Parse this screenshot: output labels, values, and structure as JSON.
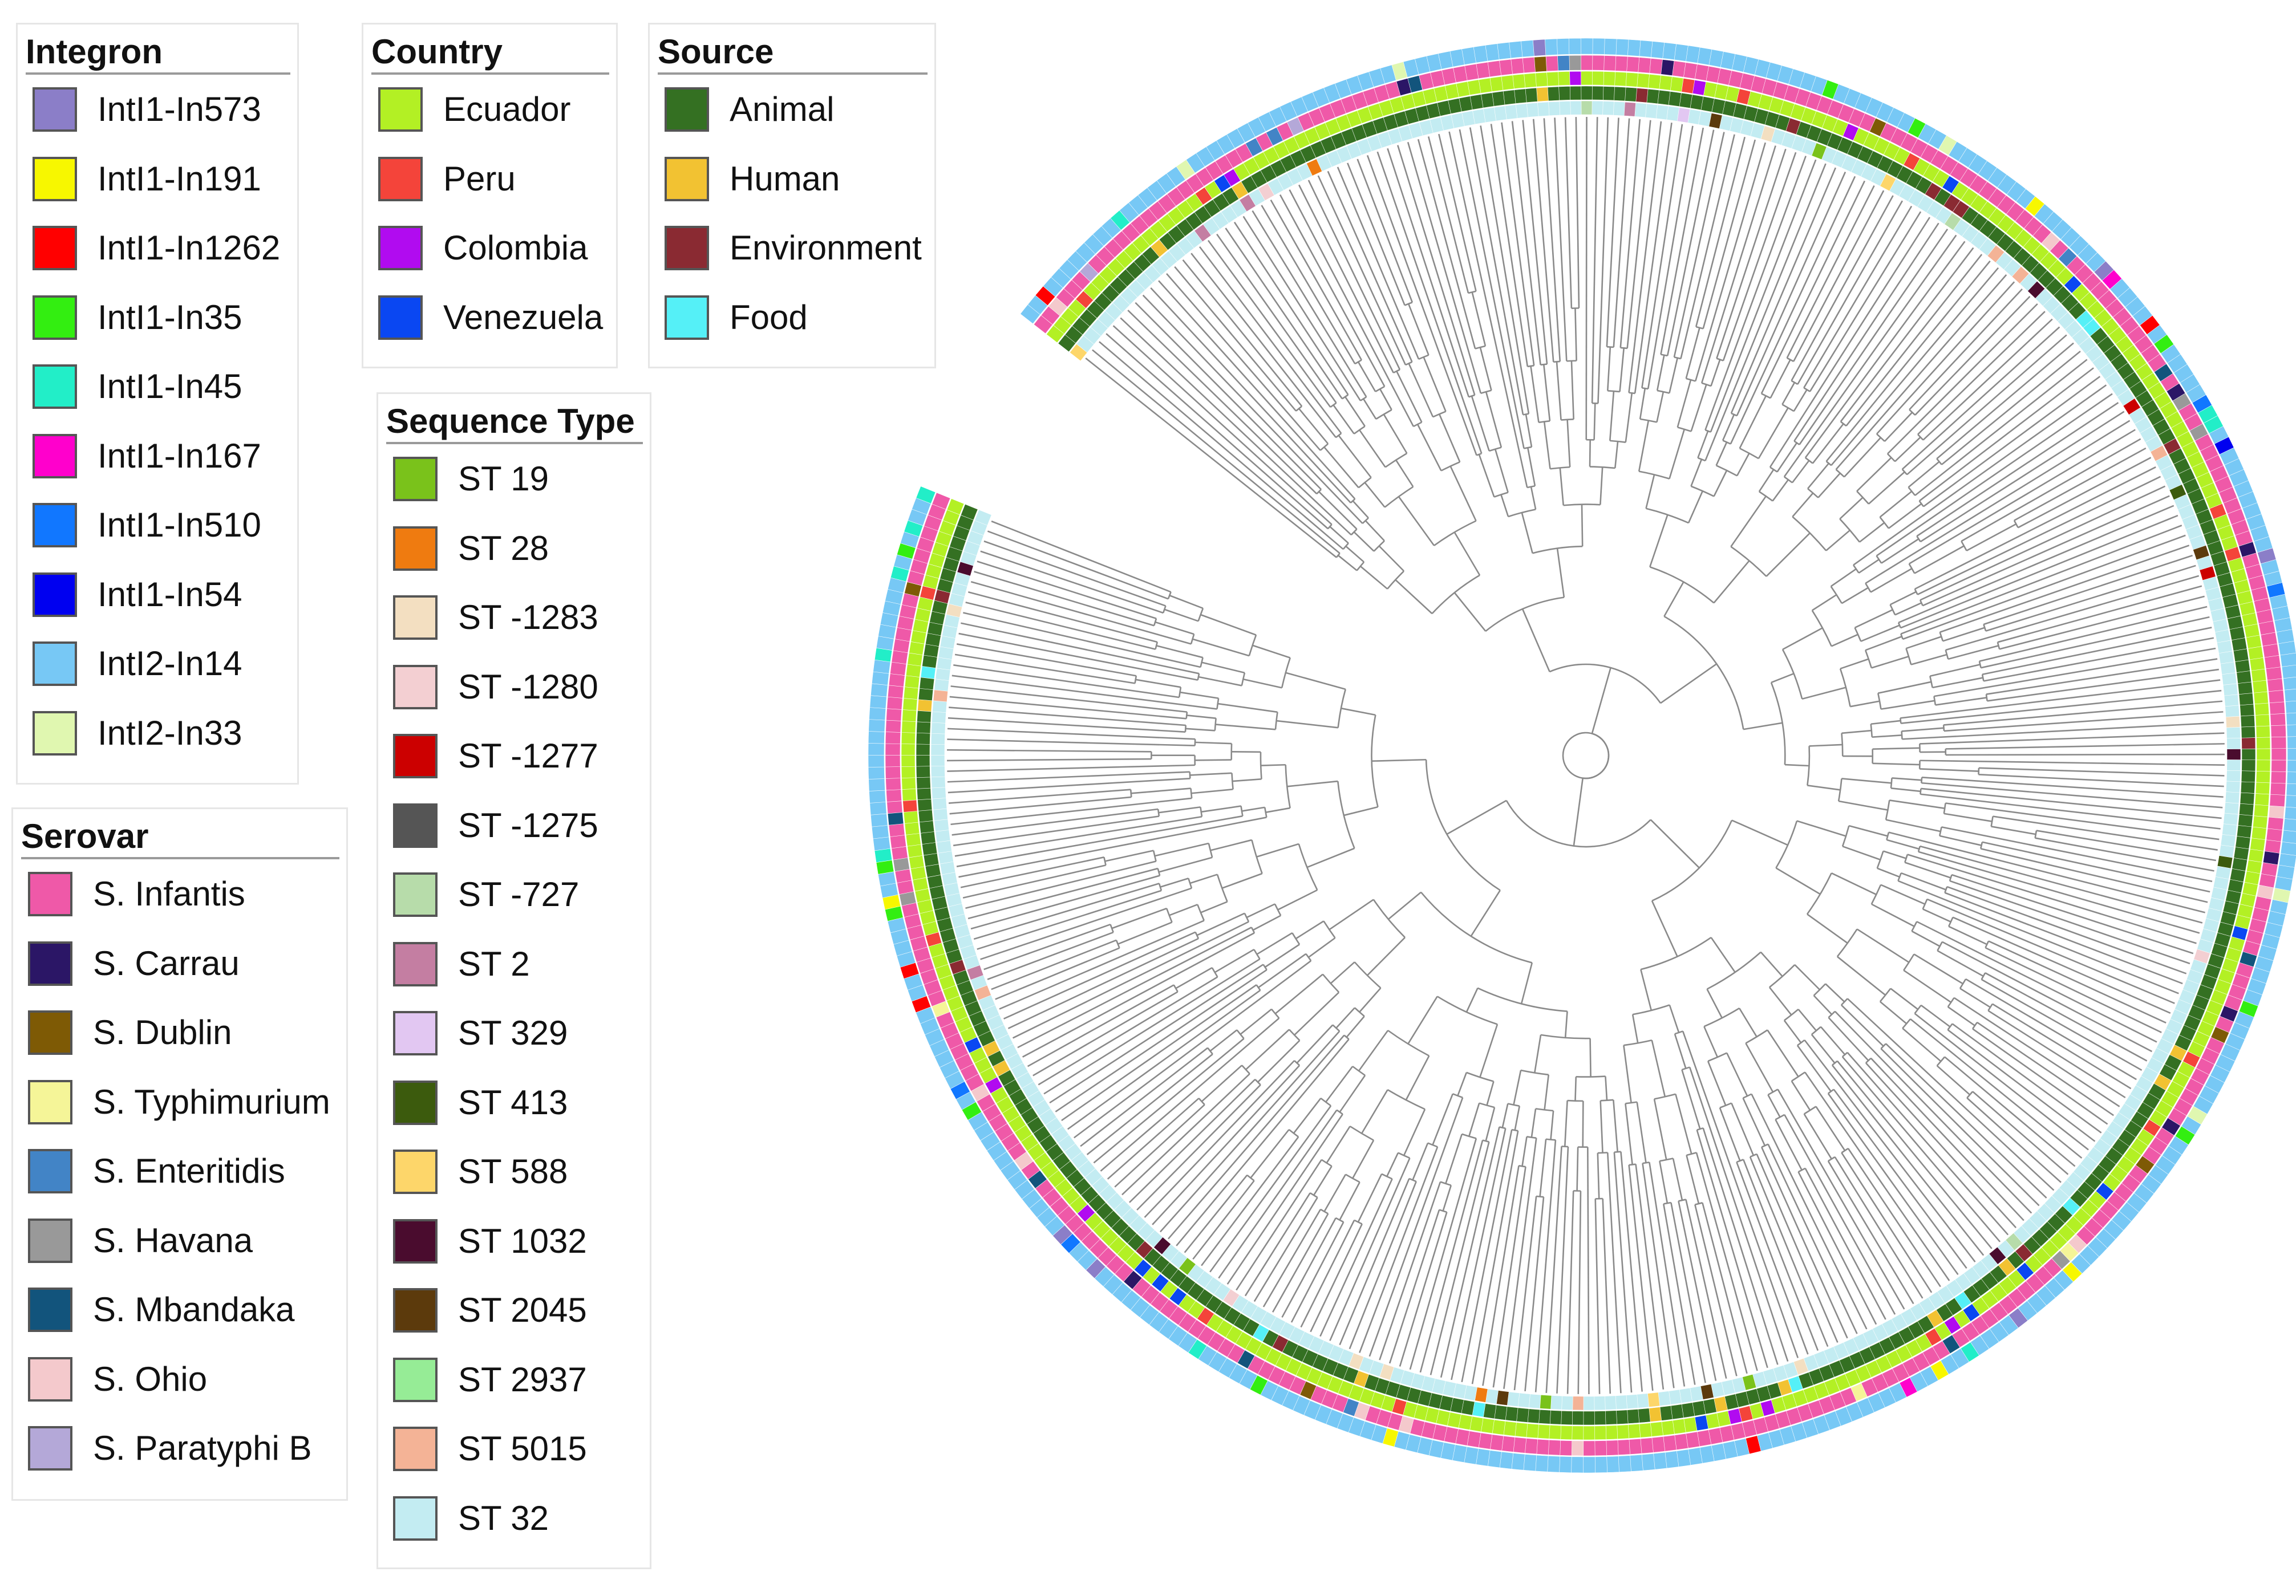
{
  "legends": {
    "integron": {
      "title": "Integron",
      "items": [
        {
          "label": "IntI1-In573",
          "color": "#8b7ec8"
        },
        {
          "label": "IntI1-In191",
          "color": "#f7f700"
        },
        {
          "label": "IntI1-In1262",
          "color": "#ff0000"
        },
        {
          "label": "IntI1-In35",
          "color": "#33ee11"
        },
        {
          "label": "IntI1-In45",
          "color": "#22eec8"
        },
        {
          "label": "IntI1-In167",
          "color": "#ff00cc"
        },
        {
          "label": "IntI1-In510",
          "color": "#1177ff"
        },
        {
          "label": "IntI1-In54",
          "color": "#0000f0"
        },
        {
          "label": "IntI2-In14",
          "color": "#77c8f5"
        },
        {
          "label": "IntI2-In33",
          "color": "#e0f7b0"
        }
      ]
    },
    "country": {
      "title": "Country",
      "items": [
        {
          "label": "Ecuador",
          "color": "#b3f024"
        },
        {
          "label": "Peru",
          "color": "#f4443a"
        },
        {
          "label": "Colombia",
          "color": "#b10bf0"
        },
        {
          "label": "Venezuela",
          "color": "#0a47f2"
        }
      ]
    },
    "source": {
      "title": "Source",
      "items": [
        {
          "label": "Animal",
          "color": "#347022"
        },
        {
          "label": "Human",
          "color": "#f2c232"
        },
        {
          "label": "Environment",
          "color": "#8a2a32"
        },
        {
          "label": "Food",
          "color": "#55f0f7"
        }
      ]
    },
    "sequence_type": {
      "title": "Sequence Type",
      "items": [
        {
          "label": "ST 19",
          "color": "#7ac21b"
        },
        {
          "label": "ST 28",
          "color": "#ef7b10"
        },
        {
          "label": "ST -1283",
          "color": "#f3dfc1"
        },
        {
          "label": "ST -1280",
          "color": "#f3cfd2"
        },
        {
          "label": "ST -1277",
          "color": "#cc0000"
        },
        {
          "label": "ST -1275",
          "color": "#555555"
        },
        {
          "label": "ST -727",
          "color": "#b7dcaa"
        },
        {
          "label": "ST 2",
          "color": "#c47ea2"
        },
        {
          "label": "ST 329",
          "color": "#e2c7f2"
        },
        {
          "label": "ST 413",
          "color": "#3c5b0d"
        },
        {
          "label": "ST 588",
          "color": "#fdd66a"
        },
        {
          "label": "ST 1032",
          "color": "#4a0c2e"
        },
        {
          "label": "ST 2045",
          "color": "#5c3a0c"
        },
        {
          "label": "ST 2937",
          "color": "#96ec96"
        },
        {
          "label": "ST 5015",
          "color": "#f4b396"
        },
        {
          "label": "ST 32",
          "color": "#c3ecf2"
        }
      ]
    },
    "serovar": {
      "title": "Serovar",
      "items": [
        {
          "label": "S. Infantis",
          "color": "#ef59a8"
        },
        {
          "label": "S. Carrau",
          "color": "#2b1666"
        },
        {
          "label": "S. Dublin",
          "color": "#7e5a05"
        },
        {
          "label": "S. Typhimurium",
          "color": "#f5f598"
        },
        {
          "label": "S. Enteritidis",
          "color": "#4284c6"
        },
        {
          "label": "S. Havana",
          "color": "#999999"
        },
        {
          "label": "S. Mbandaka",
          "color": "#12547c"
        },
        {
          "label": "S. Ohio",
          "color": "#f4c9cc"
        },
        {
          "label": "S. Paratyphi B",
          "color": "#b4a8d8"
        }
      ]
    }
  },
  "tree": {
    "ring_order_outer_to_inner": [
      "integron",
      "serovar",
      "country",
      "source",
      "sequence_type"
    ],
    "gap_direction": "left",
    "dominant_colors": {
      "integron": "#77c8f5",
      "serovar": "#ef59a8",
      "country": "#b3f024",
      "source": "#347022",
      "sequence_type": "#c3ecf2"
    },
    "branch_color": "#8a8a8a"
  }
}
